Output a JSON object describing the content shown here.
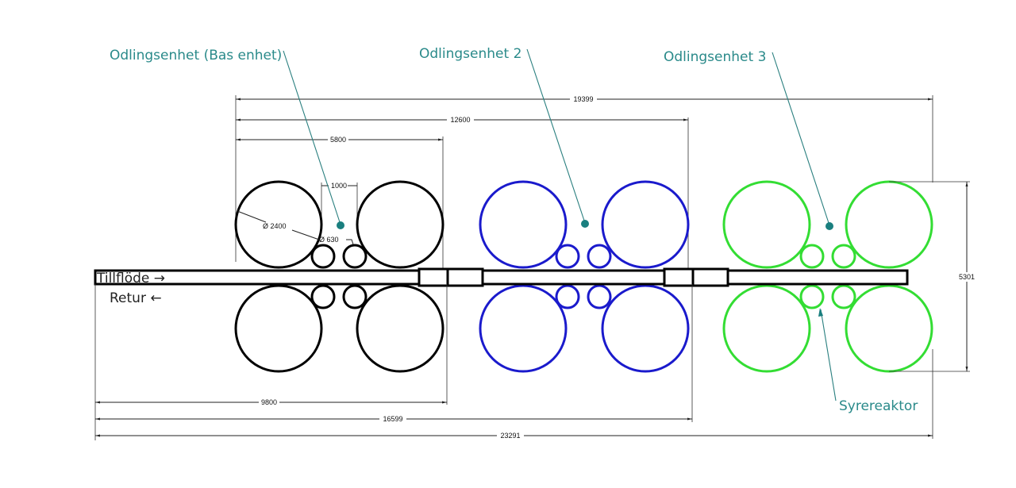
{
  "drawing": {
    "labels": {
      "unit_base": "Odlingsenhet (Bas enhet)",
      "unit_2": "Odlingsenhet 2",
      "unit_3": "Odlingsenhet 3",
      "acid_reactor": "Syrereaktor",
      "inflow": "Tillflöde →",
      "return": "Retur ←"
    },
    "dimensions": {
      "total_length": "23291",
      "top_span": "19399",
      "span_units_1_2": "12600",
      "unit_width": "5800",
      "gap": "1000",
      "large_diameter": "Ø 2400",
      "small_diameter": "Ø 630",
      "pipe_to_unit1": "9800",
      "pipe_to_unit2": "16599",
      "height": "5301"
    },
    "colors": {
      "unit_base": "#000000",
      "unit_2": "#1a1acc",
      "unit_3": "#33dd33",
      "annotation": "#2a8a8a"
    }
  }
}
